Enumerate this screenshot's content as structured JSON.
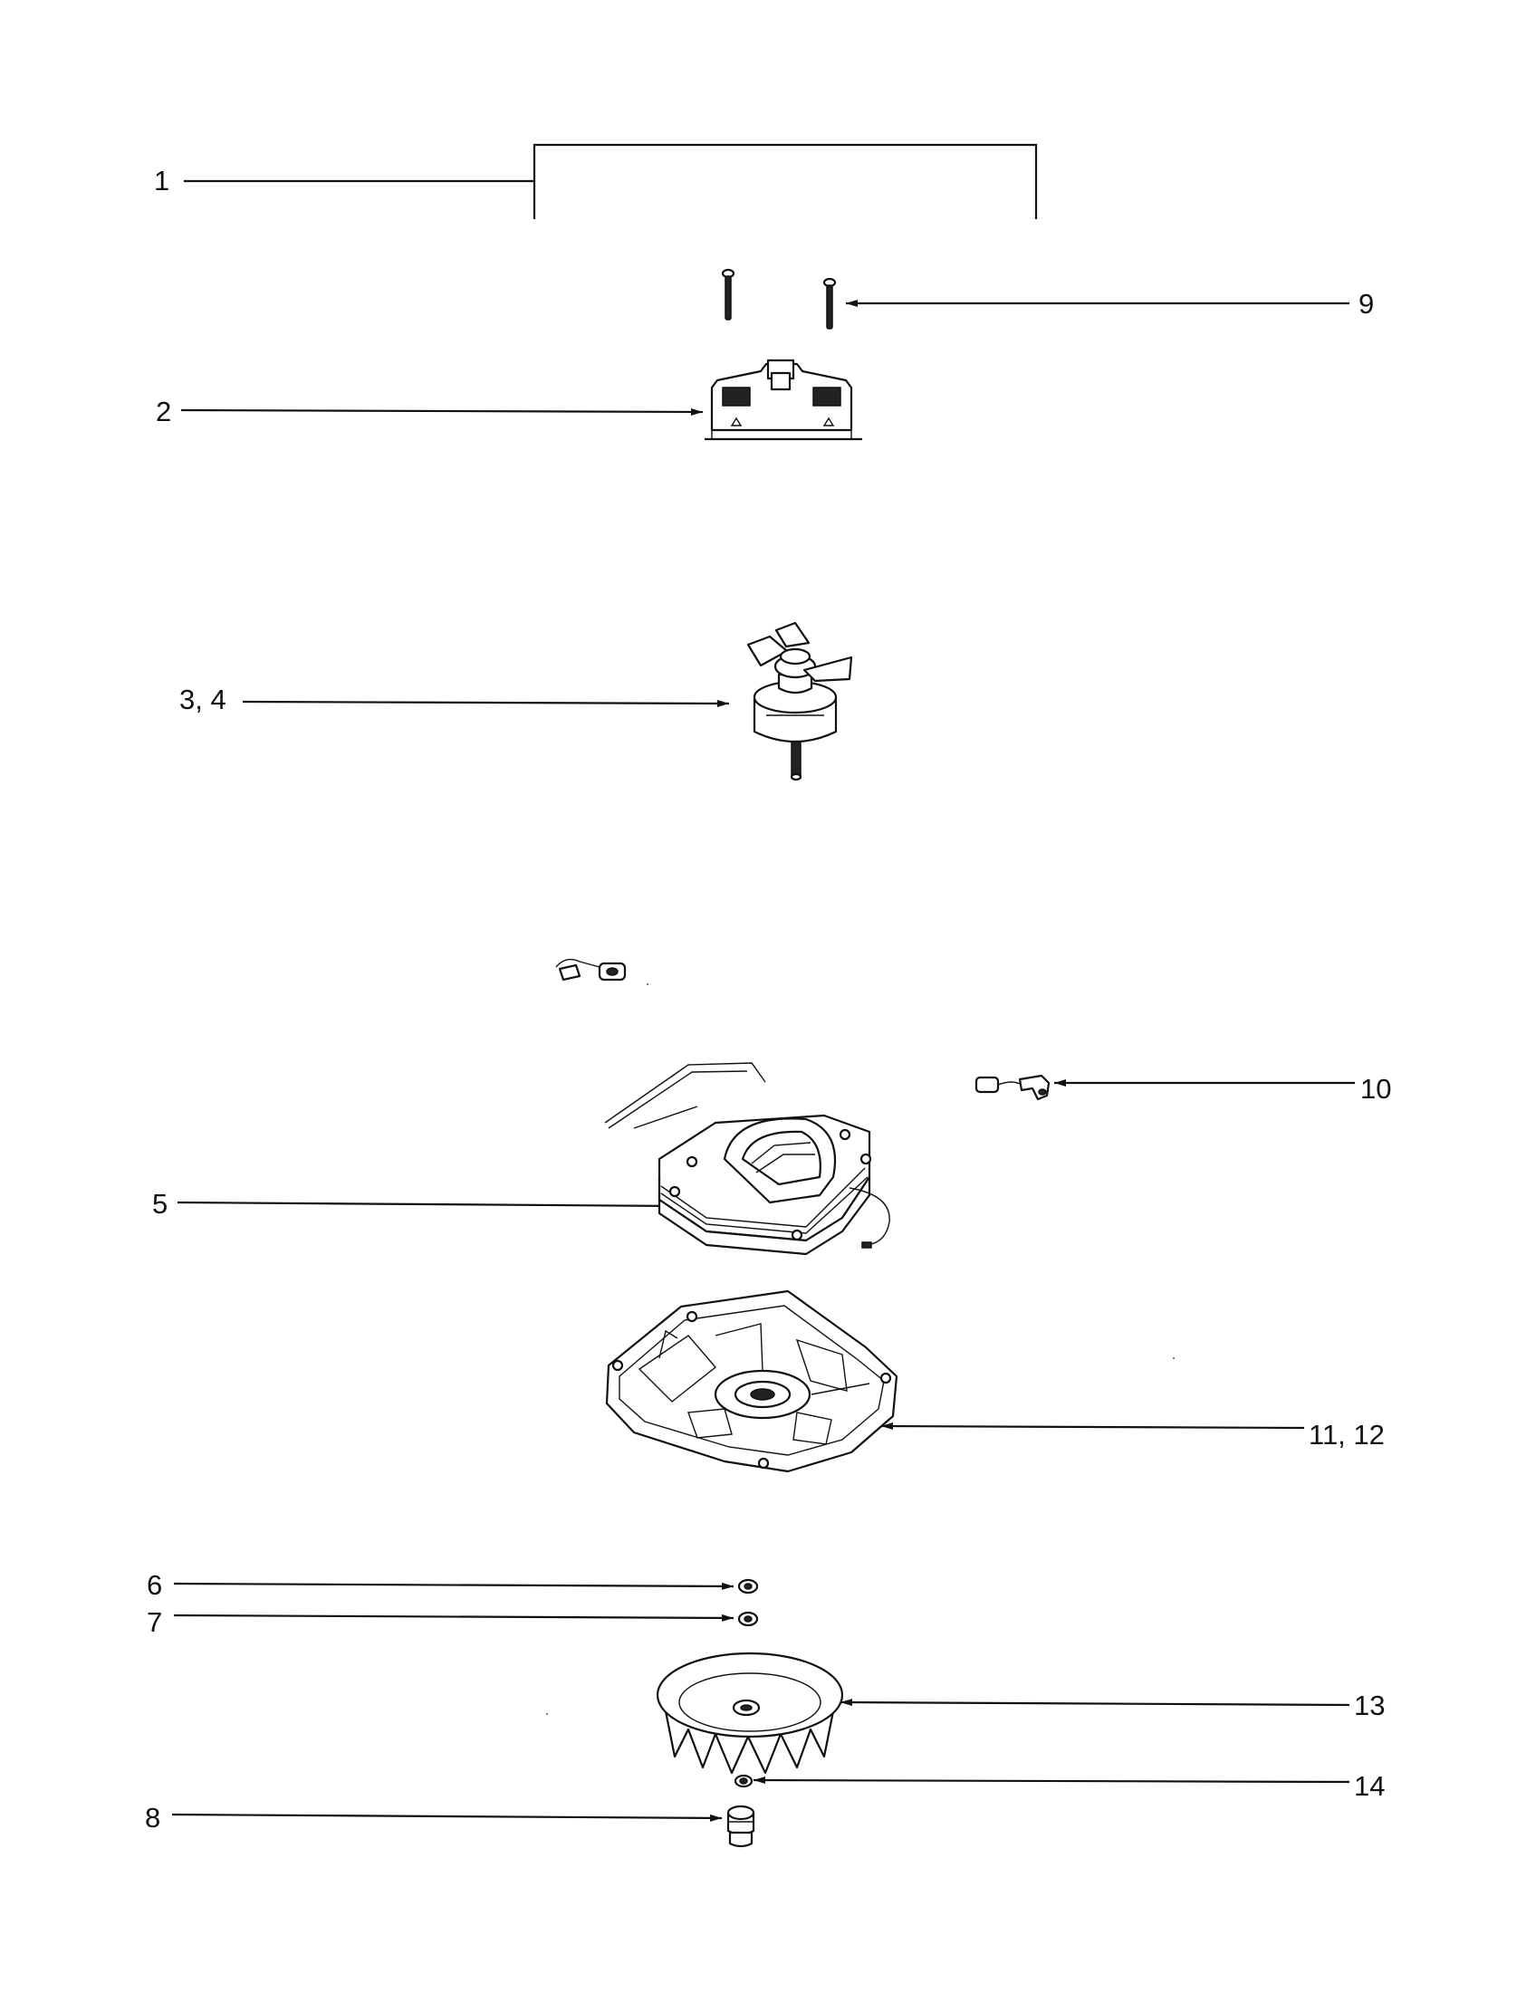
{
  "diagram": {
    "callouts": [
      {
        "id": "1",
        "text": "1"
      },
      {
        "id": "2",
        "text": "2"
      },
      {
        "id": "3-4",
        "text": "3, 4"
      },
      {
        "id": "5",
        "text": "5"
      },
      {
        "id": "6",
        "text": "6"
      },
      {
        "id": "7",
        "text": "7"
      },
      {
        "id": "8",
        "text": "8"
      },
      {
        "id": "9",
        "text": "9"
      },
      {
        "id": "10",
        "text": "10"
      },
      {
        "id": "11-12",
        "text": "11, 12"
      },
      {
        "id": "13",
        "text": "13"
      },
      {
        "id": "14",
        "text": "14"
      }
    ]
  }
}
